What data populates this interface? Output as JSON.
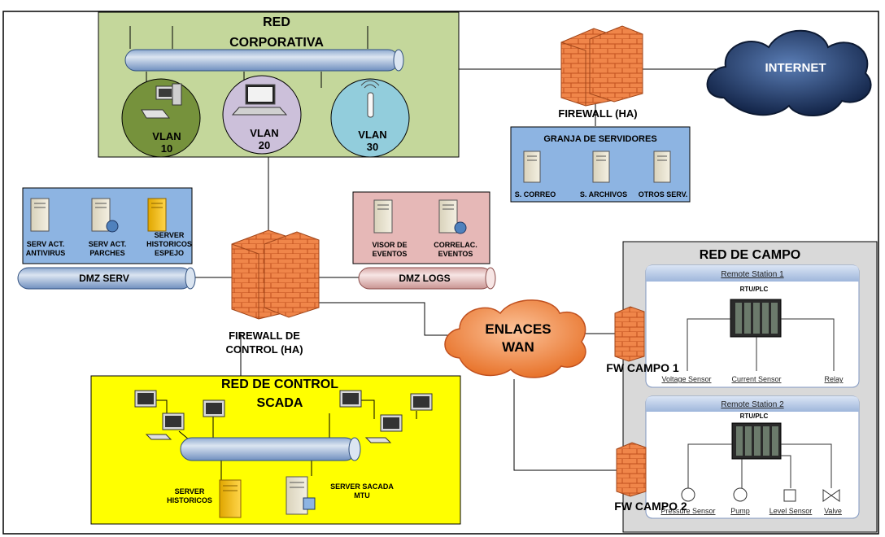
{
  "red_corporativa": {
    "title_line1": "RED",
    "title_line2": "CORPORATIVA"
  },
  "vlans": [
    {
      "line1": "VLAN",
      "line2": "10",
      "color": "#76923c"
    },
    {
      "line1": "VLAN",
      "line2": "20",
      "color": "#ccc0da"
    },
    {
      "line1": "VLAN",
      "line2": "30",
      "color": "#92cddc"
    }
  ],
  "internet": {
    "label": "INTERNET"
  },
  "firewall_ha": {
    "label": "FIREWALL (HA)"
  },
  "granja": {
    "title": "GRANJA DE SERVIDORES",
    "servers": [
      "S. CORREO",
      "S. ARCHIVOS",
      "OTROS SERV."
    ]
  },
  "dmz_serv": {
    "servers": [
      {
        "line1": "SERV ACT.",
        "line2": "ANTIVIRUS",
        "line3": ""
      },
      {
        "line1": "SERV ACT.",
        "line2": "PARCHES",
        "line3": ""
      },
      {
        "line1": "SERVER",
        "line2": "HISTORICOS",
        "line3": "ESPEJO"
      }
    ],
    "bus_label": "DMZ SERV"
  },
  "dmz_logs": {
    "servers": [
      {
        "line1": "VISOR DE",
        "line2": "EVENTOS"
      },
      {
        "line1": "CORRELAC.",
        "line2": "EVENTOS"
      }
    ],
    "bus_label": "DMZ LOGS"
  },
  "firewall_control": {
    "line1": "FIREWALL DE",
    "line2": "CONTROL (HA)"
  },
  "enlaces_wan": {
    "line1": "ENLACES",
    "line2": "WAN"
  },
  "red_control": {
    "title_line1": "RED DE CONTROL",
    "title_line2": "SCADA",
    "server_historicos": {
      "line1": "SERVER",
      "line2": "HISTORICOS"
    },
    "server_mtu": {
      "line1": "SERVER SACADA",
      "line2": "MTU"
    }
  },
  "red_campo": {
    "title": "RED DE CAMPO",
    "station1": {
      "title": "Remote Station 1",
      "rtu": "RTU/PLC",
      "sensors": [
        "Voltage Sensor",
        "Current Sensor",
        "Relay"
      ]
    },
    "station2": {
      "title": "Remote Station 2",
      "rtu": "RTU/PLC",
      "sensors": [
        "Pressure Sensor",
        "Pump",
        "Level Sensor",
        "Valve"
      ]
    }
  },
  "fw_campo": [
    "FW CAMPO 1",
    "FW CAMPO 2"
  ],
  "colors": {
    "corp_bg": "#c4d79b",
    "server_box_bg": "#8db4e2",
    "logs_box_bg": "#e6b8b7",
    "control_bg": "#ffff00",
    "campo_bg": "#d9d9d9",
    "pipe_blue": "#b8cce4",
    "pipe_pink": "#f2dcdb",
    "firewall": "#f79646",
    "cloud_dark": "#1f3864"
  }
}
